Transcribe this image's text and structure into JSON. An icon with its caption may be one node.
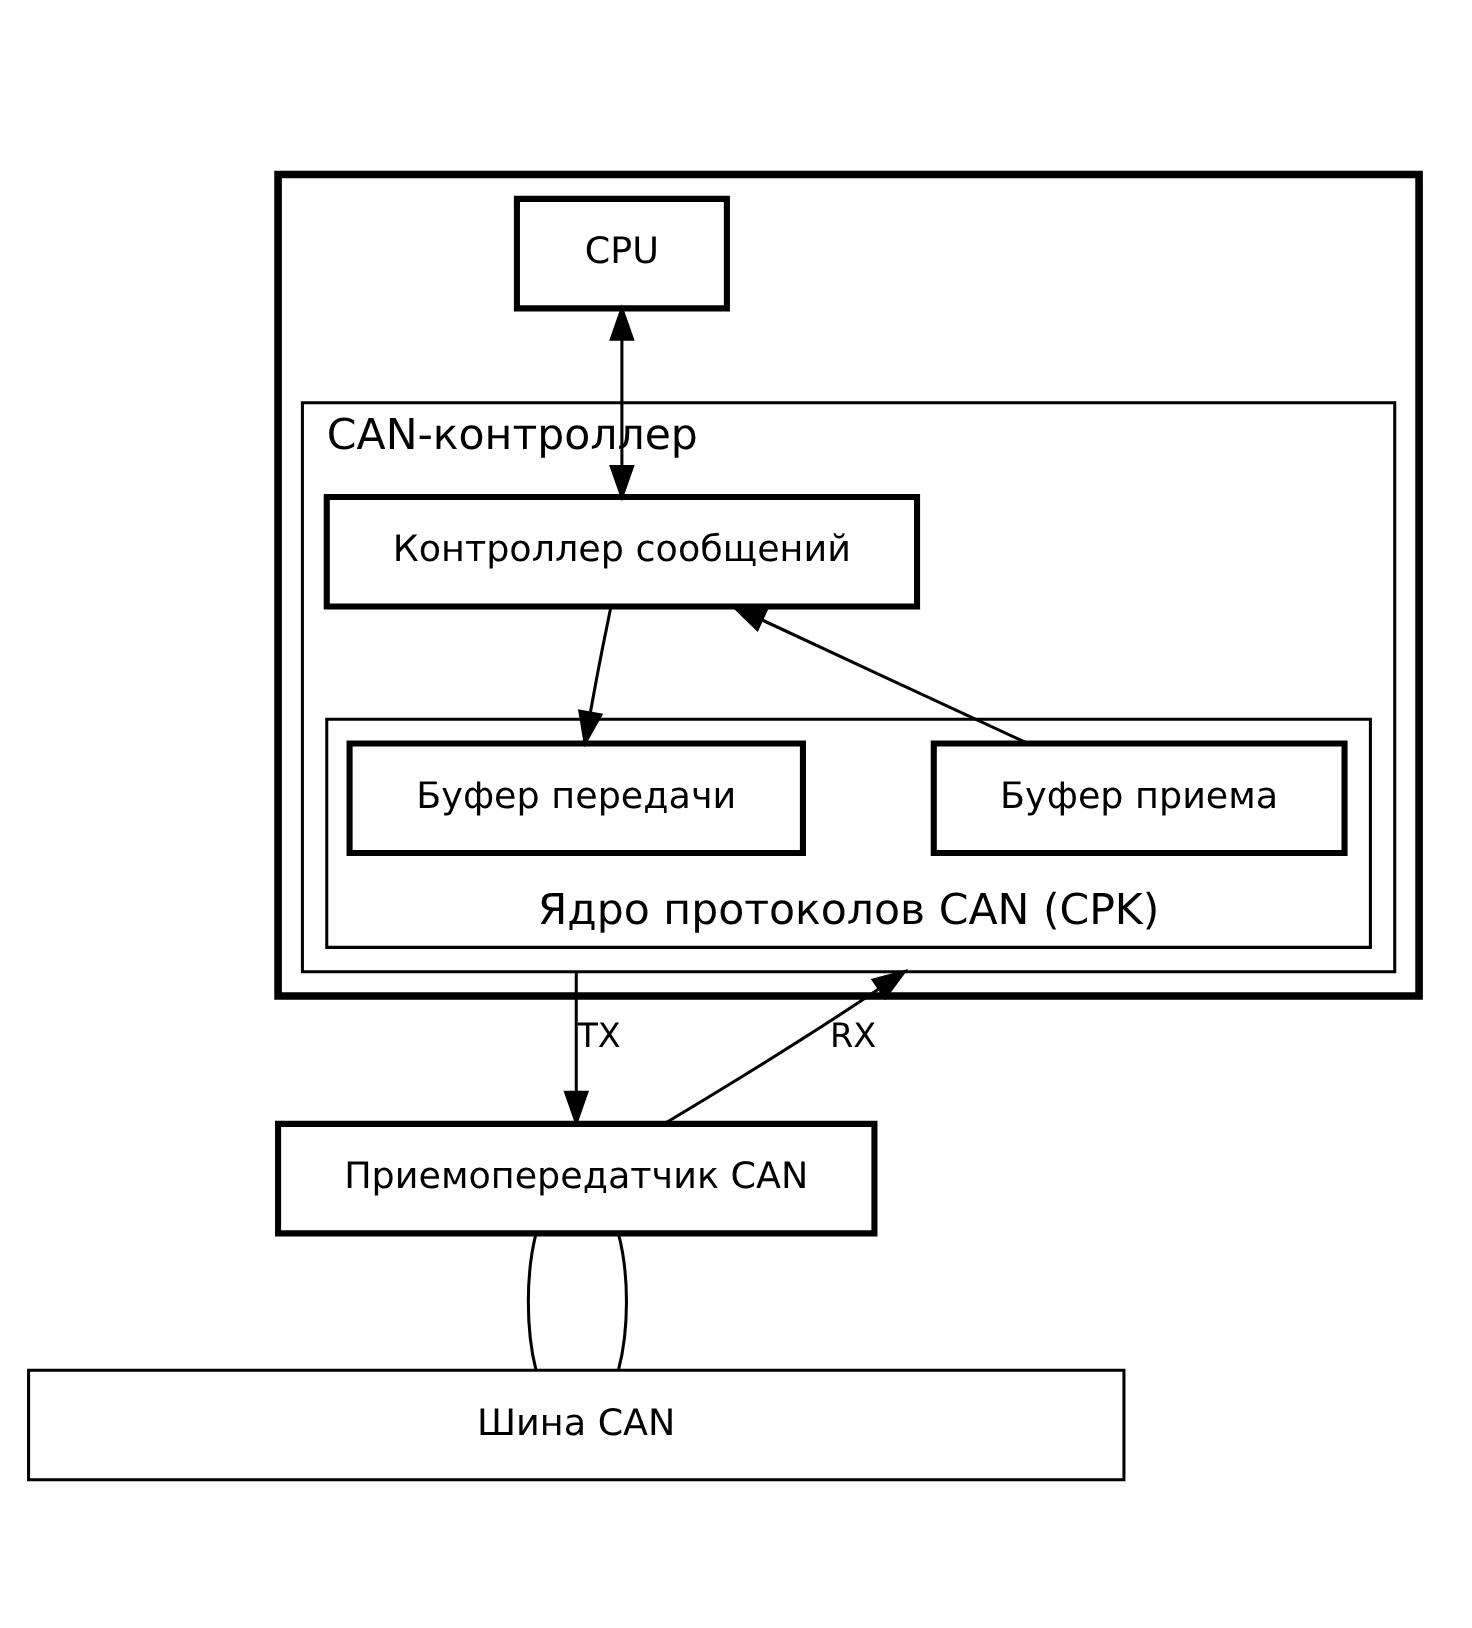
{
  "diagram": {
    "nodes": [
      {
        "text": [],
        "shape": "box"
      },
      {
        "text": [
          "CPU"
        ],
        "in": 0
      },
      {
        "text": [
          "CAN-контроллер"
        ],
        "in": 0
      },
      {
        "text": [
          "Контроллер сообщений"
        ],
        "in": 2
      },
      {
        "text": [
          "Ядро протоколов CAN (CPK)"
        ],
        "in": 2
      },
      {
        "text": [
          "Буфер приема"
        ],
        "in": 4
      },
      {
        "text": [
          "Буфер передачи"
        ],
        "in": 4
      },
      {
        "text": [
          "Приемопередатчик CAN"
        ]
      },
      {
        "text": [
          "Шина CAN"
        ]
      }
    ],
    "edges": [
      {
        "from": 1,
        "to": 3,
        "arrow": "both"
      },
      {
        "from": 5,
        "to": 3,
        "arrow": "to"
      },
      {
        "from": 3,
        "to": 6,
        "arrow": "to"
      },
      {
        "from": 2,
        "to": 7,
        "arrow": "to",
        "label": "TX"
      },
      {
        "from": 7,
        "to": 2,
        "arrow": "to",
        "label": "RX"
      },
      {
        "from": 7,
        "to": 8,
        "arrow": "none"
      },
      {
        "from": 7,
        "to": 8,
        "arrow": "none"
      }
    ]
  }
}
